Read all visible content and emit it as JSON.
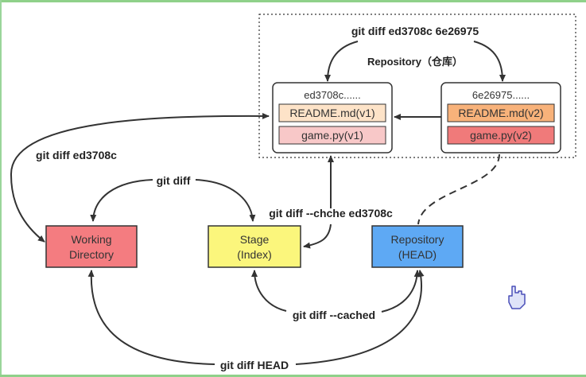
{
  "repository_title": "Repository（仓库）",
  "commits": [
    {
      "id": "ed3708c......",
      "files": [
        "README.md(v1)",
        "game.py(v1)"
      ],
      "colors": {
        "readme": "#fde3c8",
        "game": "#f8c8c8"
      }
    },
    {
      "id": "6e26975......",
      "files": [
        "README.md(v2)",
        "game.py(v2)"
      ],
      "colors": {
        "readme": "#f8b27a",
        "game": "#f07a7a"
      }
    }
  ],
  "areas": {
    "working": {
      "line1": "Working",
      "line2": "Directory",
      "color": "#f47c80"
    },
    "stage": {
      "line1": "Stage",
      "line2": "(Index)",
      "color": "#fbf67c"
    },
    "repo": {
      "line1": "Repository",
      "line2": "(HEAD)",
      "color": "#5ea9f4"
    }
  },
  "commands": {
    "between_commits": "git diff ed3708c 6e26975",
    "working_vs_commit": "git diff ed3708c",
    "working_vs_stage": "git diff",
    "stage_vs_commit": "git diff --chche ed3708c",
    "stage_vs_head": "git diff --cached",
    "working_vs_head": "git diff HEAD"
  }
}
